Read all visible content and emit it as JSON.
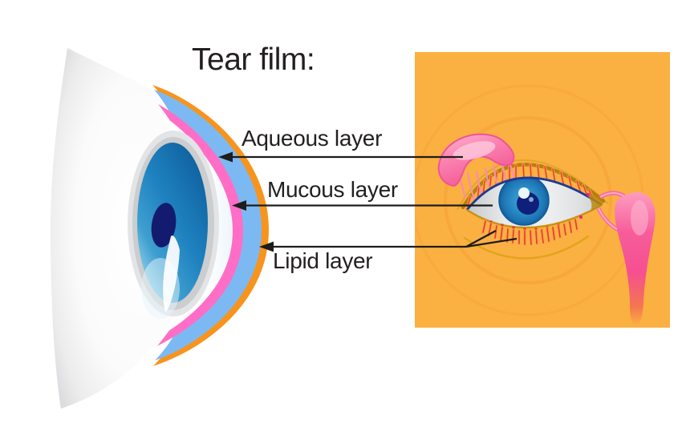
{
  "title": "Tear film:",
  "labels": {
    "aqueous": "Aqueous layer",
    "mucous": "Mucous layer",
    "lipid": "Lipid layer"
  },
  "colors": {
    "background": "#FFFFFF",
    "panel_orange": "#FBB042",
    "lipid_layer_orange": "#F7941E",
    "aqueous_layer_blue": "#7CB9F2",
    "mucous_layer_pink": "#FE6EC6",
    "annotation_line": "#1D1D1B",
    "label_text": "#231F20",
    "lacrimal_gland_pink": "#F8679E",
    "iris_blue": "#1E82C0",
    "pupil_navy": "#131B6E",
    "eyelash_orange": "#F7A24A",
    "eyelash_red": "#E8392F"
  }
}
